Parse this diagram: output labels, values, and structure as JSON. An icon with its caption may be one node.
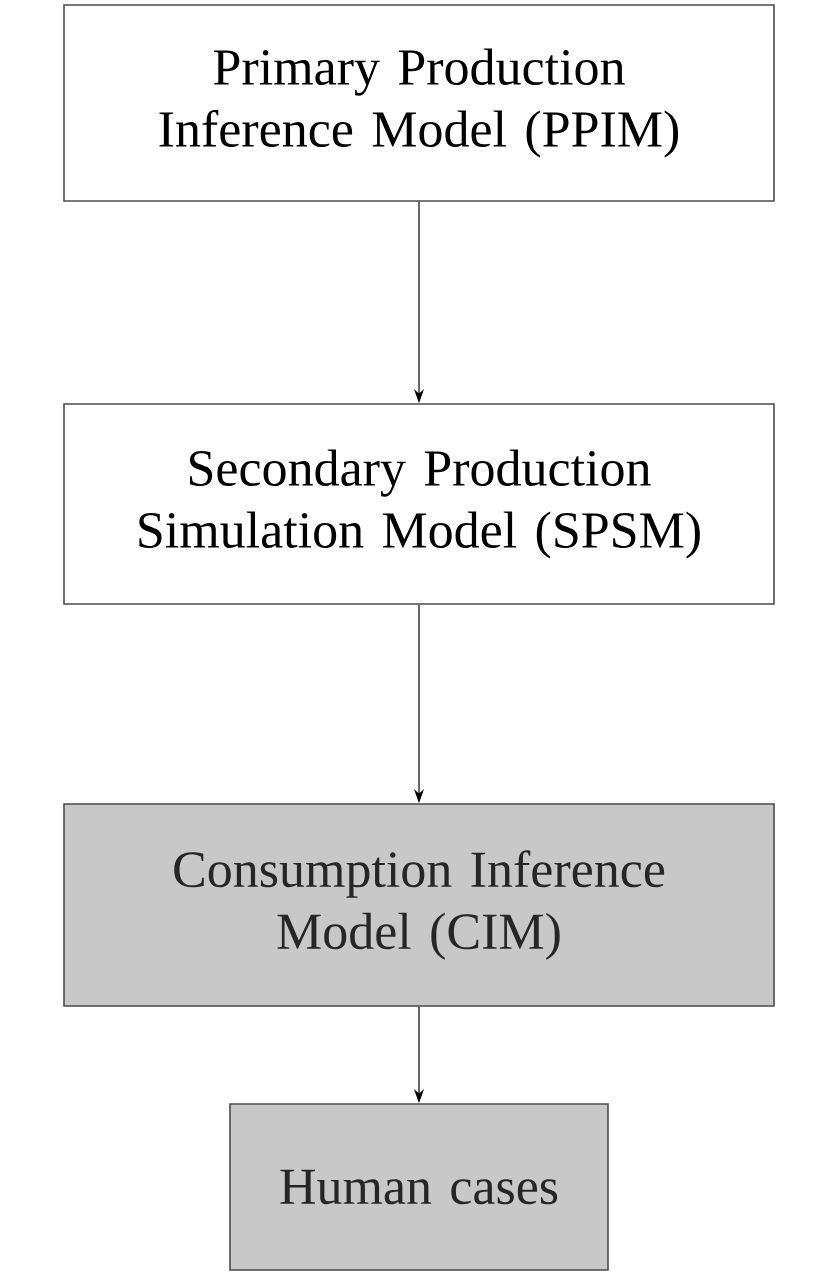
{
  "diagram": {
    "nodes": [
      {
        "text": [
          "Primary Production Inference Model (PPIM)"
        ]
      },
      {
        "text": [
          "Secondary Production Simulation Model (SPSM)"
        ]
      },
      {
        "text": [
          "Consumption Inference Model (CIM)"
        ]
      },
      {
        "text": [
          "Human cases"
        ]
      }
    ],
    "edges": [
      {
        "from": 0,
        "to": 1,
        "arrow": "to"
      },
      {
        "from": 1,
        "to": 2,
        "arrow": "to"
      },
      {
        "from": 2,
        "to": 3,
        "arrow": "to"
      }
    ]
  }
}
